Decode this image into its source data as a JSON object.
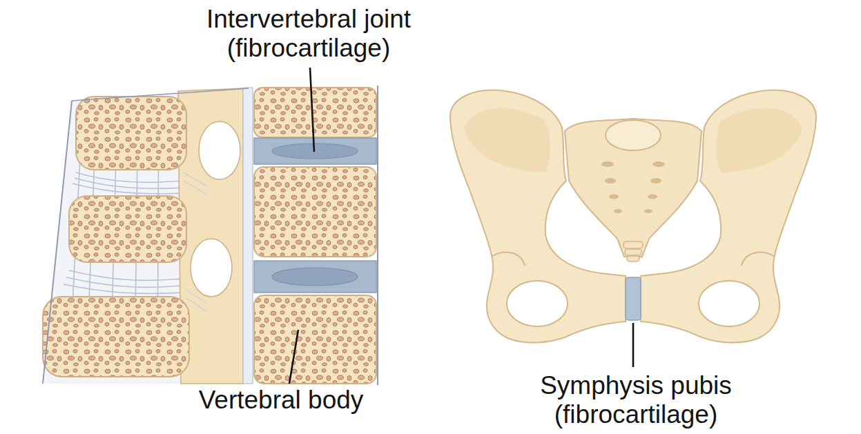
{
  "diagram": {
    "labels": [
      "Intervertebral joint (fibrocartilage)",
      "Vertebral body",
      "Symphysis pubis (fibrocartilage)"
    ]
  }
}
